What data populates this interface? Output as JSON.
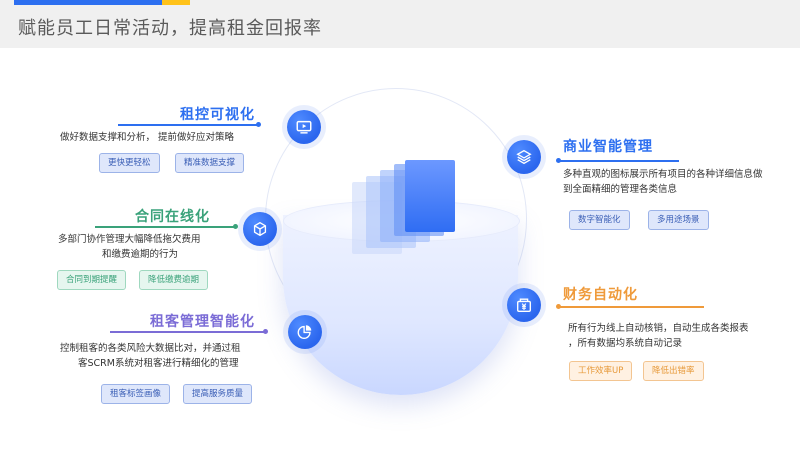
{
  "page": {
    "title": "赋能员工日常活动，提高租金回报率"
  },
  "colors": {
    "blue": "#2d6ff0",
    "green": "#3aa27a",
    "purple": "#7b6cd6",
    "orange": "#ef9a3a"
  },
  "sections": {
    "s1": {
      "title": "租控可视化",
      "desc_line1": "做好数据支撑和分析，   提前做好应对策略",
      "tags": [
        "更快更轻松",
        "精准数据支撑"
      ],
      "icon": "video-screen-icon"
    },
    "s2": {
      "title": "合同在线化",
      "desc_line1": "多部门协作管理大幅降低拖欠费用",
      "desc_line2": "和缴费逾期的行为",
      "tags": [
        "合同到期提醒",
        "降低缴费逾期"
      ],
      "icon": "cube-icon"
    },
    "s3": {
      "title": "租客管理智能化",
      "desc_line1": "控制租客的各类风险大数据比对，并通过租",
      "desc_line2": "客SCRM系统对租客进行精细化的管理",
      "tags": [
        "租客标签画像",
        "提高服务质量"
      ],
      "icon": "pie-chart-icon"
    },
    "s4": {
      "title": "商业智能管理",
      "desc_line1": "多种直观的图标展示所有项目的各种详细信息做",
      "desc_line2": "到全面精细的管理各类信息",
      "tags": [
        "数字智能化",
        "多用途场景"
      ],
      "icon": "layers-icon"
    },
    "s5": {
      "title": "财务自动化",
      "desc_line1": "所有行为线上自动核销，自动生成各类报表",
      "desc_line2": "，所有数据均系统自动记录",
      "tags": [
        "工作效率UP",
        "降低出错率"
      ],
      "icon": "yen-box-icon"
    }
  }
}
